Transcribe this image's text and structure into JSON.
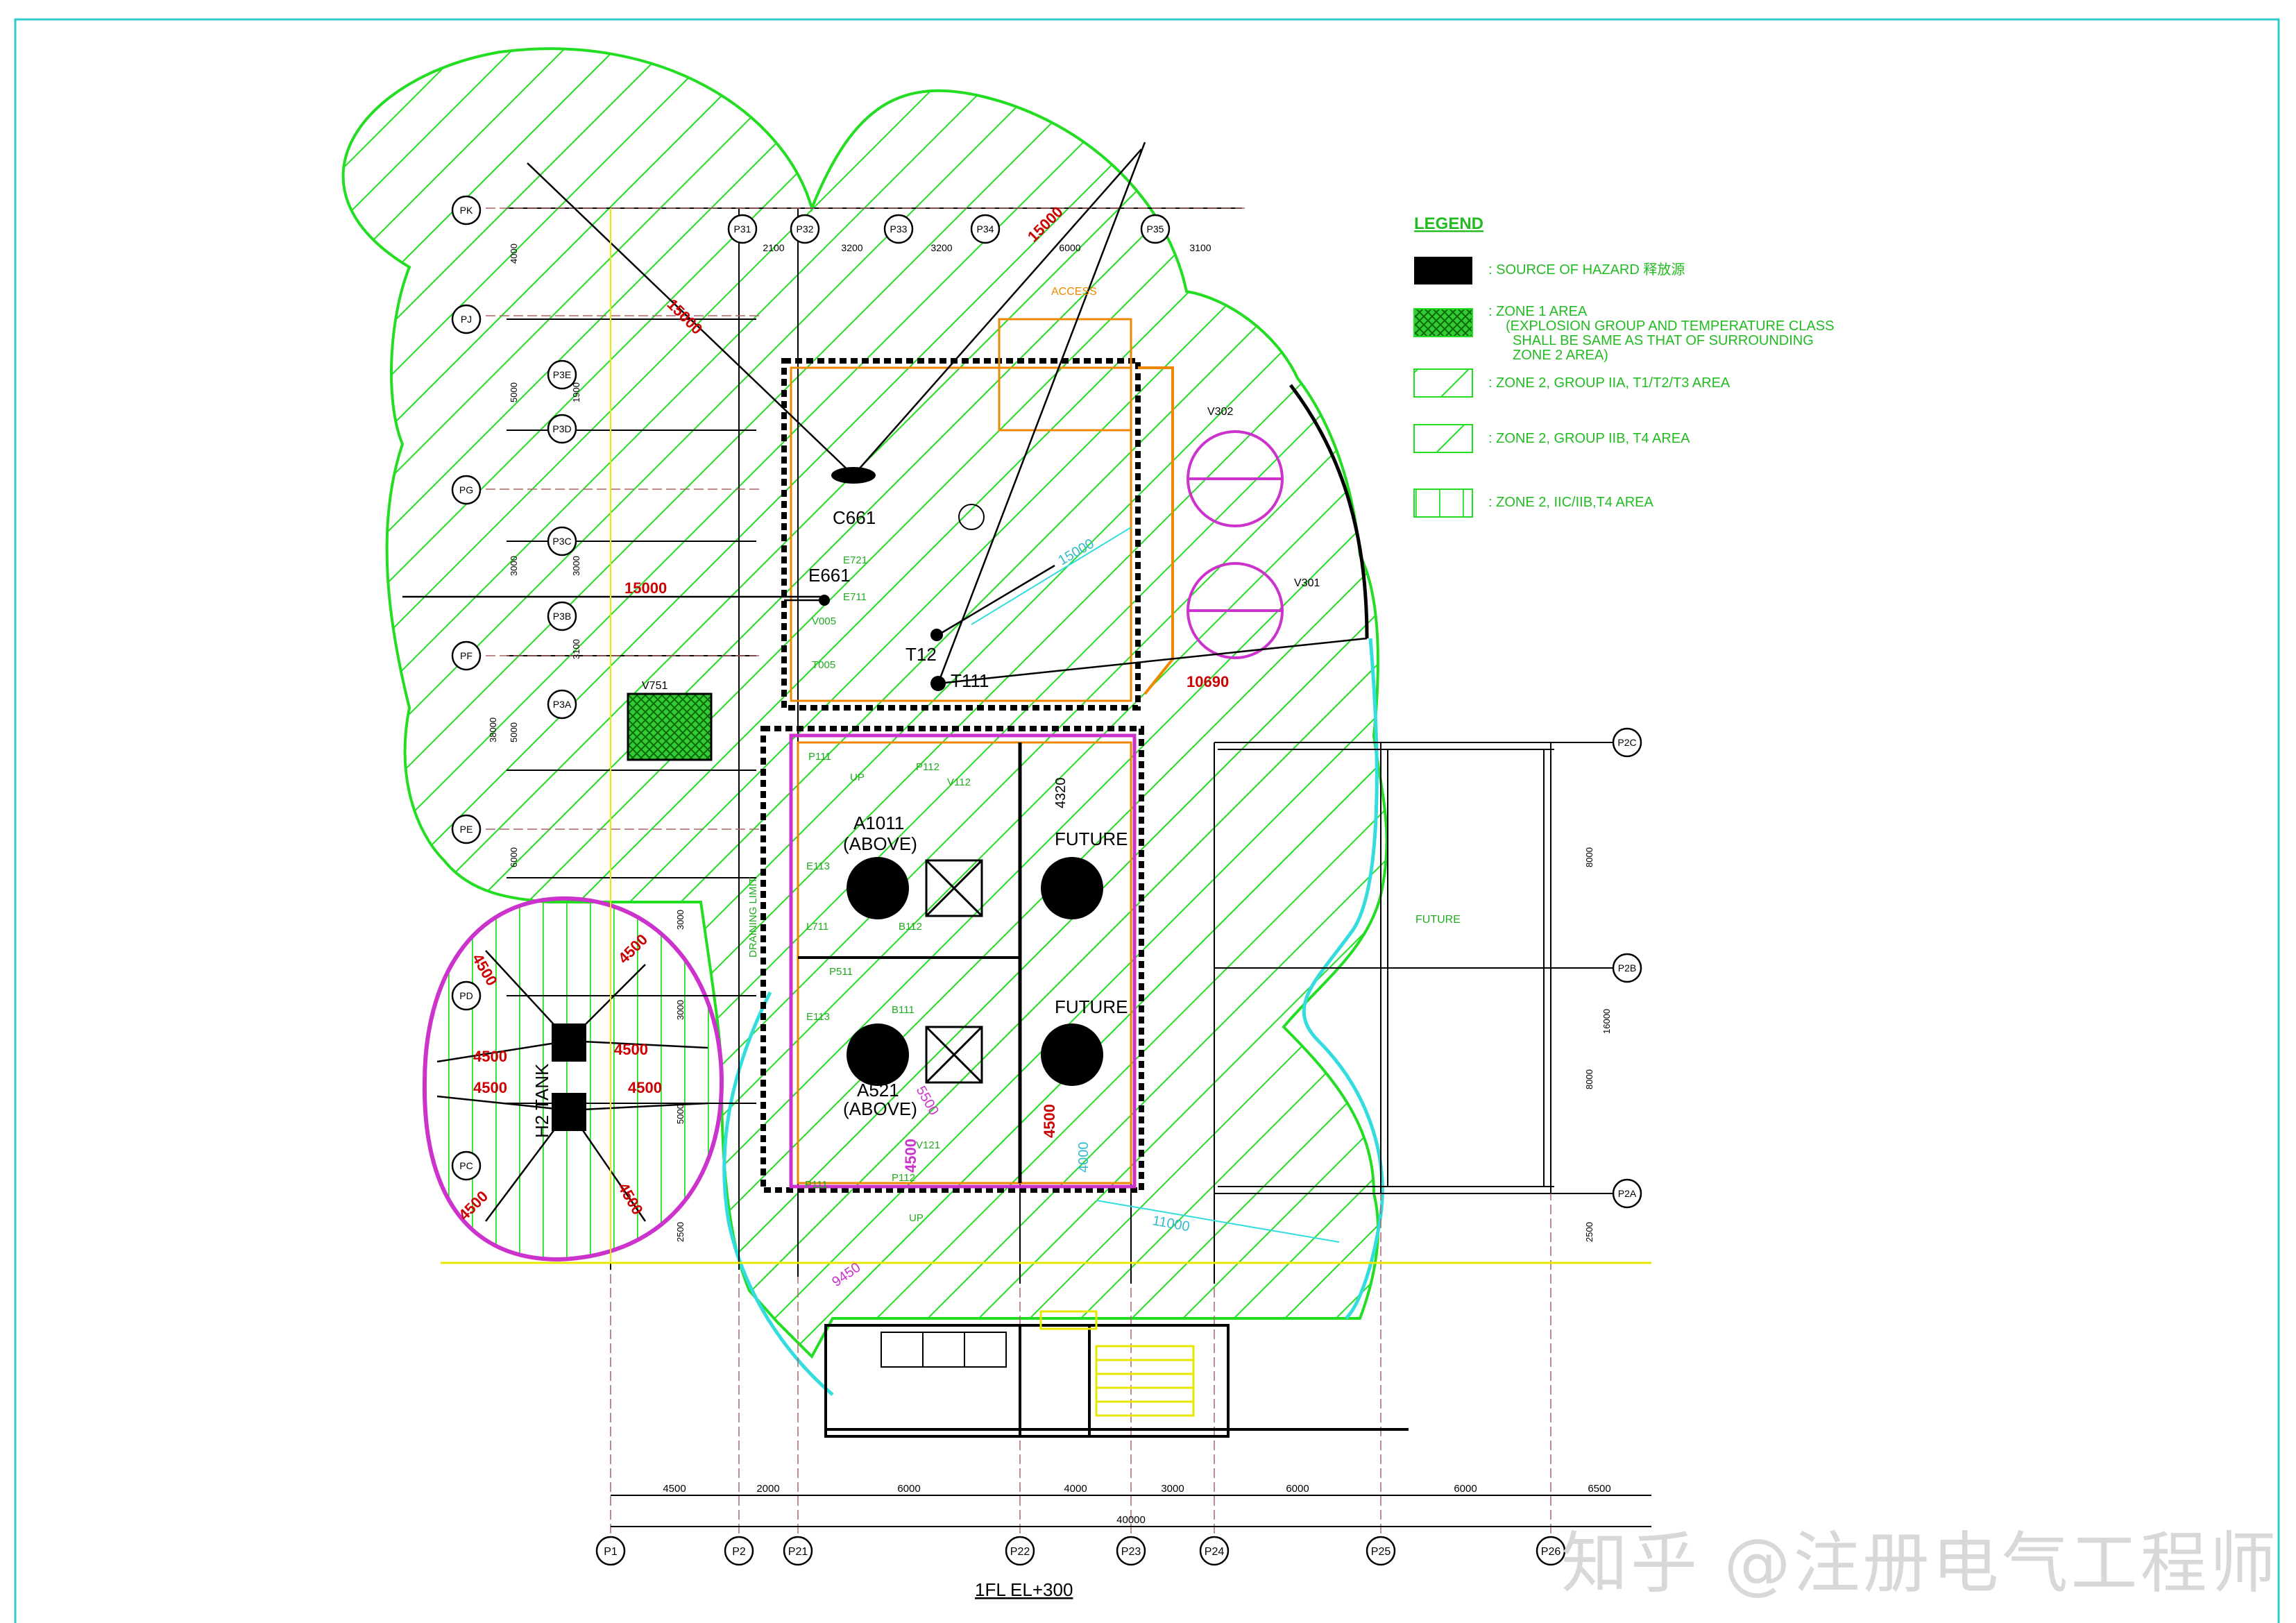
{
  "legend": {
    "title": "LEGEND",
    "items": [
      {
        "text": ": SOURCE OF HAZARD 释放源",
        "lines": []
      },
      {
        "text": ": ZONE 1 AREA",
        "lines": [
          "(EXPLOSION GROUP AND TEMPERATURE CLASS",
          "SHALL BE SAME AS THAT OF SURROUNDING",
          "ZONE 2 AREA)"
        ]
      },
      {
        "text": ": ZONE 2, GROUP IIA, T1/T2/T3 AREA",
        "lines": []
      },
      {
        "text": ": ZONE 2, GROUP IIB, T4 AREA",
        "lines": []
      },
      {
        "text": ": ZONE 2, IIC/IIB,T4 AREA",
        "lines": []
      }
    ]
  },
  "colors": {
    "zone2_green": "#22dd22",
    "zone_purple": "#cc33cc",
    "cyan_boundary": "#33dddd",
    "grid_red": "#cc0000",
    "orange": "#ee8800",
    "yellow": "#e8e800",
    "hazard_black": "#000000"
  },
  "grid": {
    "bottom_axes": [
      "P1",
      "P2",
      "P21",
      "P22",
      "P23",
      "P24",
      "P25",
      "P26"
    ],
    "bottom_spacings": [
      "4500",
      "2000",
      "6000",
      "4000",
      "3000",
      "6000",
      "6000",
      "6500"
    ],
    "bottom_total": "40000",
    "top_axes": [
      "P31",
      "P32",
      "P33",
      "P34",
      "P35"
    ],
    "top_spacings": [
      "2100",
      "3200",
      "3200",
      "6000",
      "3100"
    ],
    "left_axes": [
      "PK",
      "PJ",
      "P3E",
      "P3D",
      "PG",
      "P3C",
      "P3B",
      "PF",
      "P3A",
      "PE",
      "PD",
      "PC"
    ],
    "left_dims": [
      "4000",
      "5000",
      "1900",
      "3000",
      "3000",
      "3100",
      "5000",
      "6000",
      "3000",
      "3000",
      "5000",
      "2500",
      "38000"
    ],
    "right_axes": [
      "P2C",
      "P2B",
      "P2A"
    ],
    "right_dims": [
      "8000",
      "16000",
      "8000",
      "2500"
    ]
  },
  "equipment": {
    "C661": "C661",
    "E661": "E661",
    "T12": "T12",
    "T111": "T111",
    "V751": "V751",
    "V302": "V302",
    "V301": "V301",
    "A1011": "A1011",
    "above1": "(ABOVE)",
    "A521": "A521",
    "above2": "(ABOVE)",
    "future1": "FUTURE",
    "future2": "FUTURE",
    "future_area": "FUTURE",
    "h2tank": "H2 TANK",
    "access": "ACCESS",
    "draining_limit": "DRAINING LIMIT",
    "e113a": "E113",
    "e113b": "E113",
    "l711": "L711",
    "b112": "B112",
    "b111": "B111",
    "p111a": "P111",
    "p111b": "P111",
    "p112a": "P112",
    "p112b": "P112",
    "v112": "V112",
    "v121": "V121",
    "p511": "P511",
    "up1": "UP",
    "up2": "UP",
    "e721": "E721",
    "e711": "E711",
    "v005": "V005",
    "t005": "T005"
  },
  "dimensions": {
    "d15000a": "15000",
    "d15000b": "15000",
    "d15000c": "15000",
    "d15000d": "15000",
    "d10690": "10690",
    "d4320": "4320",
    "d4500a": "4500",
    "d4500b": "4500",
    "d4500c": "4500",
    "d4500d": "4500",
    "d4500e": "4500",
    "d4500f": "4500",
    "d4500g": "4500",
    "d4500h": "4500",
    "d4500i": "4500",
    "d4500j": "4500",
    "d5500": "5500",
    "d4000": "4000",
    "d11000": "11000",
    "d9450": "9450"
  },
  "floor_title": "1FL  EL+300",
  "watermark": "知乎 @注册电气工程师"
}
